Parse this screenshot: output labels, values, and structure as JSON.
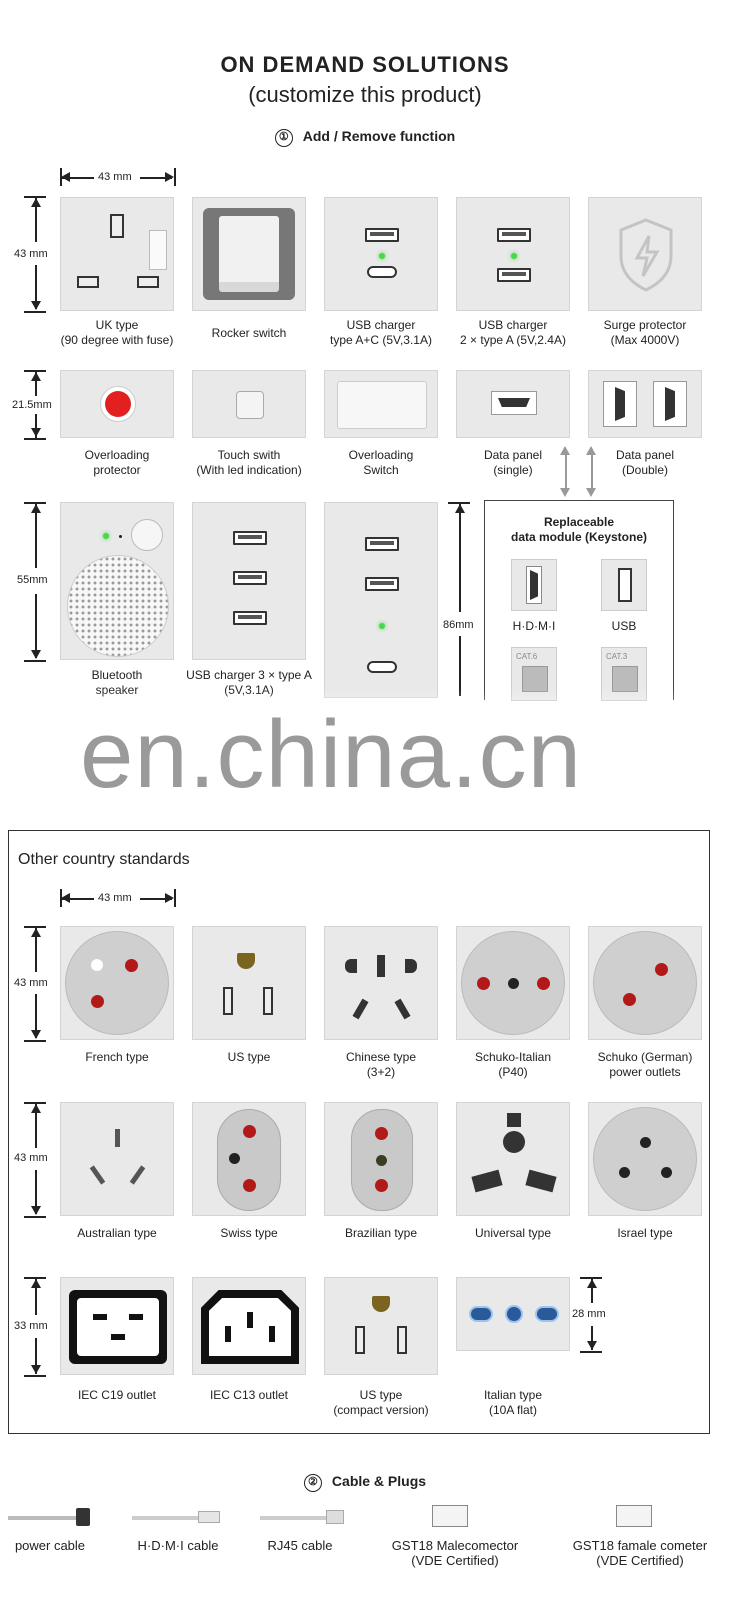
{
  "header": {
    "title": "ON DEMAND SOLUTIONS",
    "subtitle": "(customize this product)"
  },
  "section1": {
    "number": "①",
    "label": "Add / Remove function",
    "dims": {
      "width": "43 mm",
      "height_row1": "43 mm",
      "height_row2": "21.5mm",
      "height_row3": "55mm",
      "height_tall": "86mm"
    },
    "row1": [
      {
        "line1": "UK type",
        "line2": "(90 degree with fuse)"
      },
      {
        "line1": "Rocker switch",
        "line2": ""
      },
      {
        "line1": "USB charger",
        "line2": "type A+C (5V,3.1A)"
      },
      {
        "line1": "USB charger",
        "line2": "2 × type A  (5V,2.4A)"
      },
      {
        "line1": "Surge protector",
        "line2": "(Max 4000V)"
      }
    ],
    "row2": [
      {
        "line1": "Overloading",
        "line2": "protector"
      },
      {
        "line1": "Touch swith",
        "line2": "(With led indication)"
      },
      {
        "line1": "Overloading",
        "line2": "Switch"
      },
      {
        "line1": "Data panel",
        "line2": "(single)"
      },
      {
        "line1": "Data panel",
        "line2": "(Double)"
      }
    ],
    "row3": [
      {
        "line1": "Bluetooth",
        "line2": "speaker"
      },
      {
        "line1": "USB charger 3 × type A",
        "line2": "(5V,3.1A)"
      }
    ],
    "keystone": {
      "title1": "Replaceable",
      "title2": "data module (Keystone)",
      "hdmi": "H·D·M·I",
      "usb": "USB",
      "cat6": "CAT.6",
      "cat3": "CAT.3"
    },
    "watermark": "en.china.cn"
  },
  "section_other": {
    "title": "Other country standards",
    "dims": {
      "width": "43 mm",
      "height_a": "43 mm",
      "height_b": "43 mm",
      "height_c": "33 mm",
      "height_d": "28 mm"
    },
    "row1": [
      {
        "line1": "French type",
        "line2": ""
      },
      {
        "line1": "US type",
        "line2": ""
      },
      {
        "line1": "Chinese type",
        "line2": "(3+2)"
      },
      {
        "line1": "Schuko-Italian",
        "line2": "(P40)"
      },
      {
        "line1": "Schuko (German)",
        "line2": "power outlets"
      }
    ],
    "row2": [
      {
        "line1": "Australian type",
        "line2": ""
      },
      {
        "line1": "Swiss type",
        "line2": ""
      },
      {
        "line1": "Brazilian type",
        "line2": ""
      },
      {
        "line1": "Universal type",
        "line2": ""
      },
      {
        "line1": "Israel type",
        "line2": ""
      }
    ],
    "row3": [
      {
        "line1": "IEC C19 outlet",
        "line2": ""
      },
      {
        "line1": "IEC C13 outlet",
        "line2": ""
      },
      {
        "line1": "US type",
        "line2": "(compact version)"
      },
      {
        "line1": "Italian type",
        "line2": "(10A flat)"
      }
    ]
  },
  "section2": {
    "number": "②",
    "label": "Cable & Plugs",
    "items": [
      {
        "line1": "power cable",
        "line2": ""
      },
      {
        "line1": "H·D·M·I cable",
        "line2": ""
      },
      {
        "line1": "RJ45 cable",
        "line2": ""
      },
      {
        "line1": "GST18 Malecomector",
        "line2": "(VDE Certified)"
      },
      {
        "line1": "GST18 famale cometer",
        "line2": "(VDE Certified)"
      }
    ]
  },
  "colors": {
    "tile": "#e9e9e9",
    "red": "#b21a1a",
    "led": "#48d64a",
    "ink": "#222222"
  }
}
